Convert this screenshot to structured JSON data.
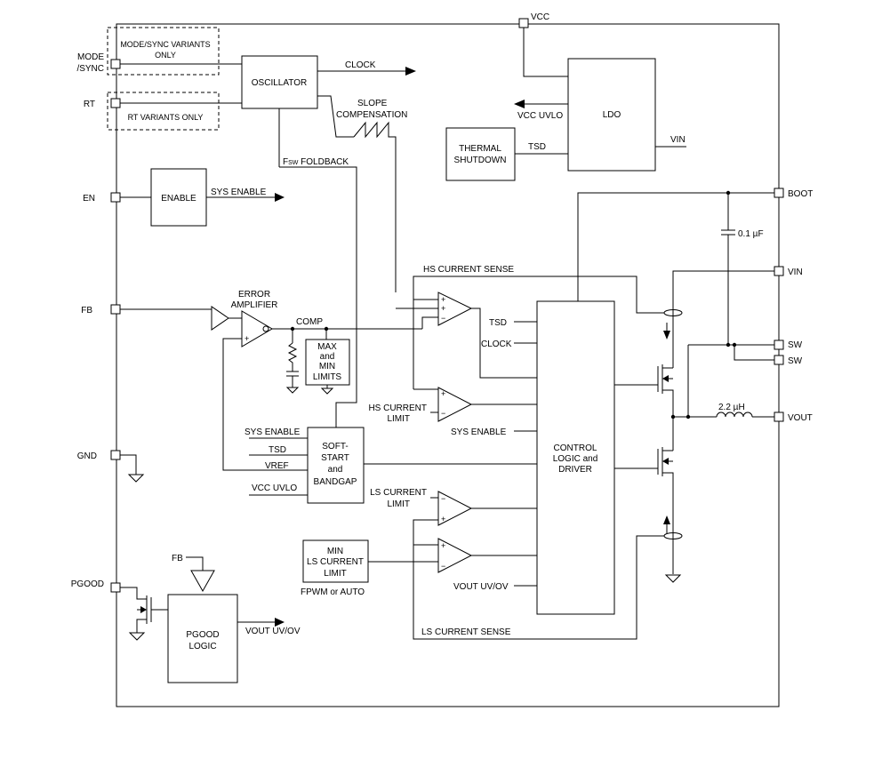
{
  "pins": {
    "vcc": "VCC",
    "mode_sync_line1": "MODE",
    "mode_sync_line2": "/SYNC",
    "rt": "RT",
    "en": "EN",
    "fb": "FB",
    "gnd": "GND",
    "pgood": "PGOOD",
    "boot": "BOOT",
    "vin": "VIN",
    "sw1": "SW",
    "sw2": "SW",
    "vout": "VOUT"
  },
  "variant_notes": {
    "mode_sync_line1": "MODE/SYNC VARIANTS",
    "mode_sync_line2": "ONLY",
    "rt": "RT VARIANTS ONLY"
  },
  "blocks": {
    "oscillator": "OSCILLATOR",
    "ldo": "LDO",
    "thermal_line1": "THERMAL",
    "thermal_line2": "SHUTDOWN",
    "enable": "ENABLE",
    "error_amp_line1": "ERROR",
    "error_amp_line2": "AMPLIFIER",
    "max_min_line1": "MAX",
    "max_min_line2": "and",
    "max_min_line3": "MIN",
    "max_min_line4": "LIMITS",
    "softstart_line1": "SOFT-",
    "softstart_line2": "START",
    "softstart_line3": "and",
    "softstart_line4": "BANDGAP",
    "control_line1": "CONTROL",
    "control_line2": "LOGIC and",
    "control_line3": "DRIVER",
    "min_ls_line1": "MIN",
    "min_ls_line2": "LS CURRENT",
    "min_ls_line3": "LIMIT",
    "pgood_line1": "PGOOD",
    "pgood_line2": "LOGIC"
  },
  "signals": {
    "clock_out": "CLOCK",
    "slope_line1": "SLOPE",
    "slope_line2": "COMPENSATION",
    "fsw_prefix": "F",
    "fsw_sub": "SW",
    "fsw_suffix": " FOLDBACK",
    "vcc_uvlo_ldo": "VCC UVLO",
    "tsd_thermal": "TSD",
    "vin_ldo": "VIN",
    "sys_enable_out": "SYS ENABLE",
    "hs_current_sense": "HS CURRENT SENSE",
    "comp": "COMP",
    "tsd_ctrl": "TSD",
    "clock_ctrl": "CLOCK",
    "hs_limit_line1": "HS CURRENT",
    "hs_limit_line2": "LIMIT",
    "sys_enable_ctrl": "SYS ENABLE",
    "ss_sys_enable": "SYS ENABLE",
    "ss_tsd": "TSD",
    "ss_vref": "VREF",
    "ss_vcc_uvlo": "VCC UVLO",
    "ls_limit_line1": "LS CURRENT",
    "ls_limit_line2": "LIMIT",
    "fpwm_auto": "FPWM or AUTO",
    "vout_uvov_ctrl": "VOUT UV/OV",
    "ls_current_sense": "LS CURRENT SENSE",
    "fb_pgood": "FB",
    "vout_uvov_pgood": "VOUT UV/OV"
  },
  "components": {
    "boot_cap": "0.1 µF",
    "inductor": "2.2 µH"
  }
}
